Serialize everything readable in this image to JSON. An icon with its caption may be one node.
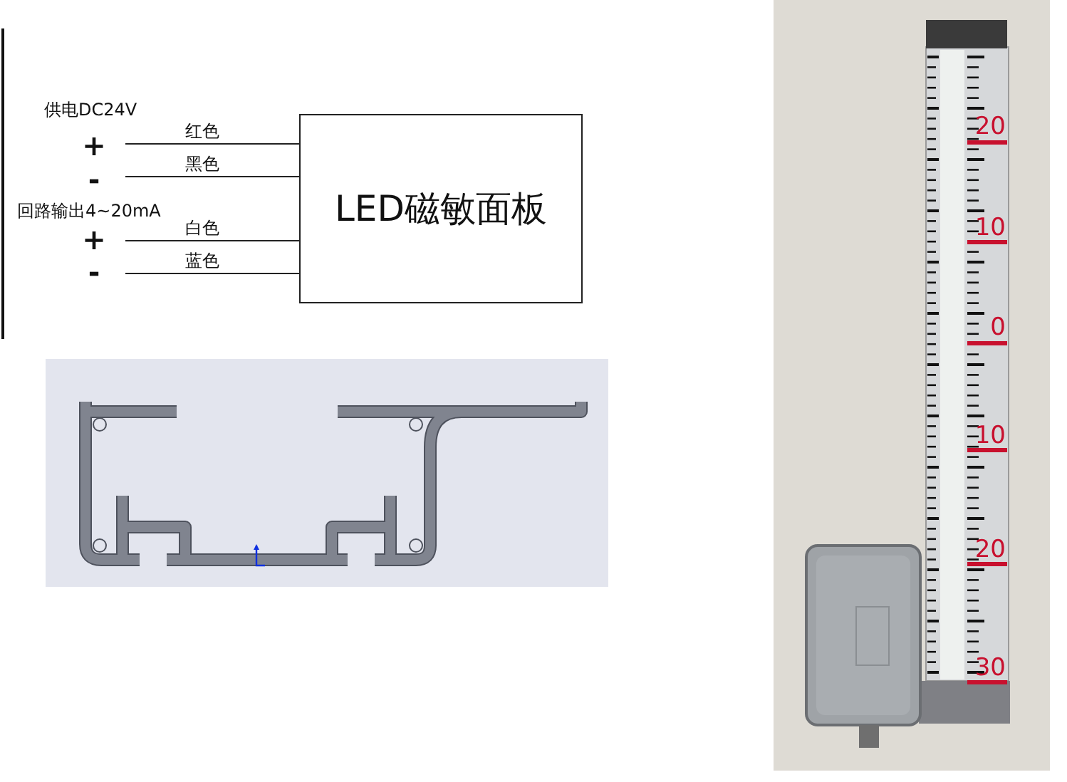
{
  "diagram": {
    "nodes": [
      {
        "text": [
          "LED磁敏面板"
        ]
      },
      {
        "text": [
          "+"
        ]
      },
      {
        "text": [
          "-"
        ]
      },
      {
        "text": [
          "+"
        ]
      },
      {
        "text": [
          "-"
        ]
      }
    ],
    "edges": [
      {
        "from": 1,
        "to": 0,
        "arrow": "none",
        "label": "红色"
      },
      {
        "from": 2,
        "to": 0,
        "arrow": "none",
        "label": "黑色"
      },
      {
        "from": 3,
        "to": 0,
        "arrow": "none",
        "label": "白色"
      },
      {
        "from": 4,
        "to": 0,
        "arrow": "none",
        "label": "蓝色"
      }
    ],
    "labels": [
      "供电DC24V",
      "回路输出4~20mA",
      "20",
      "10",
      "0",
      "10",
      "20",
      "30"
    ]
  }
}
